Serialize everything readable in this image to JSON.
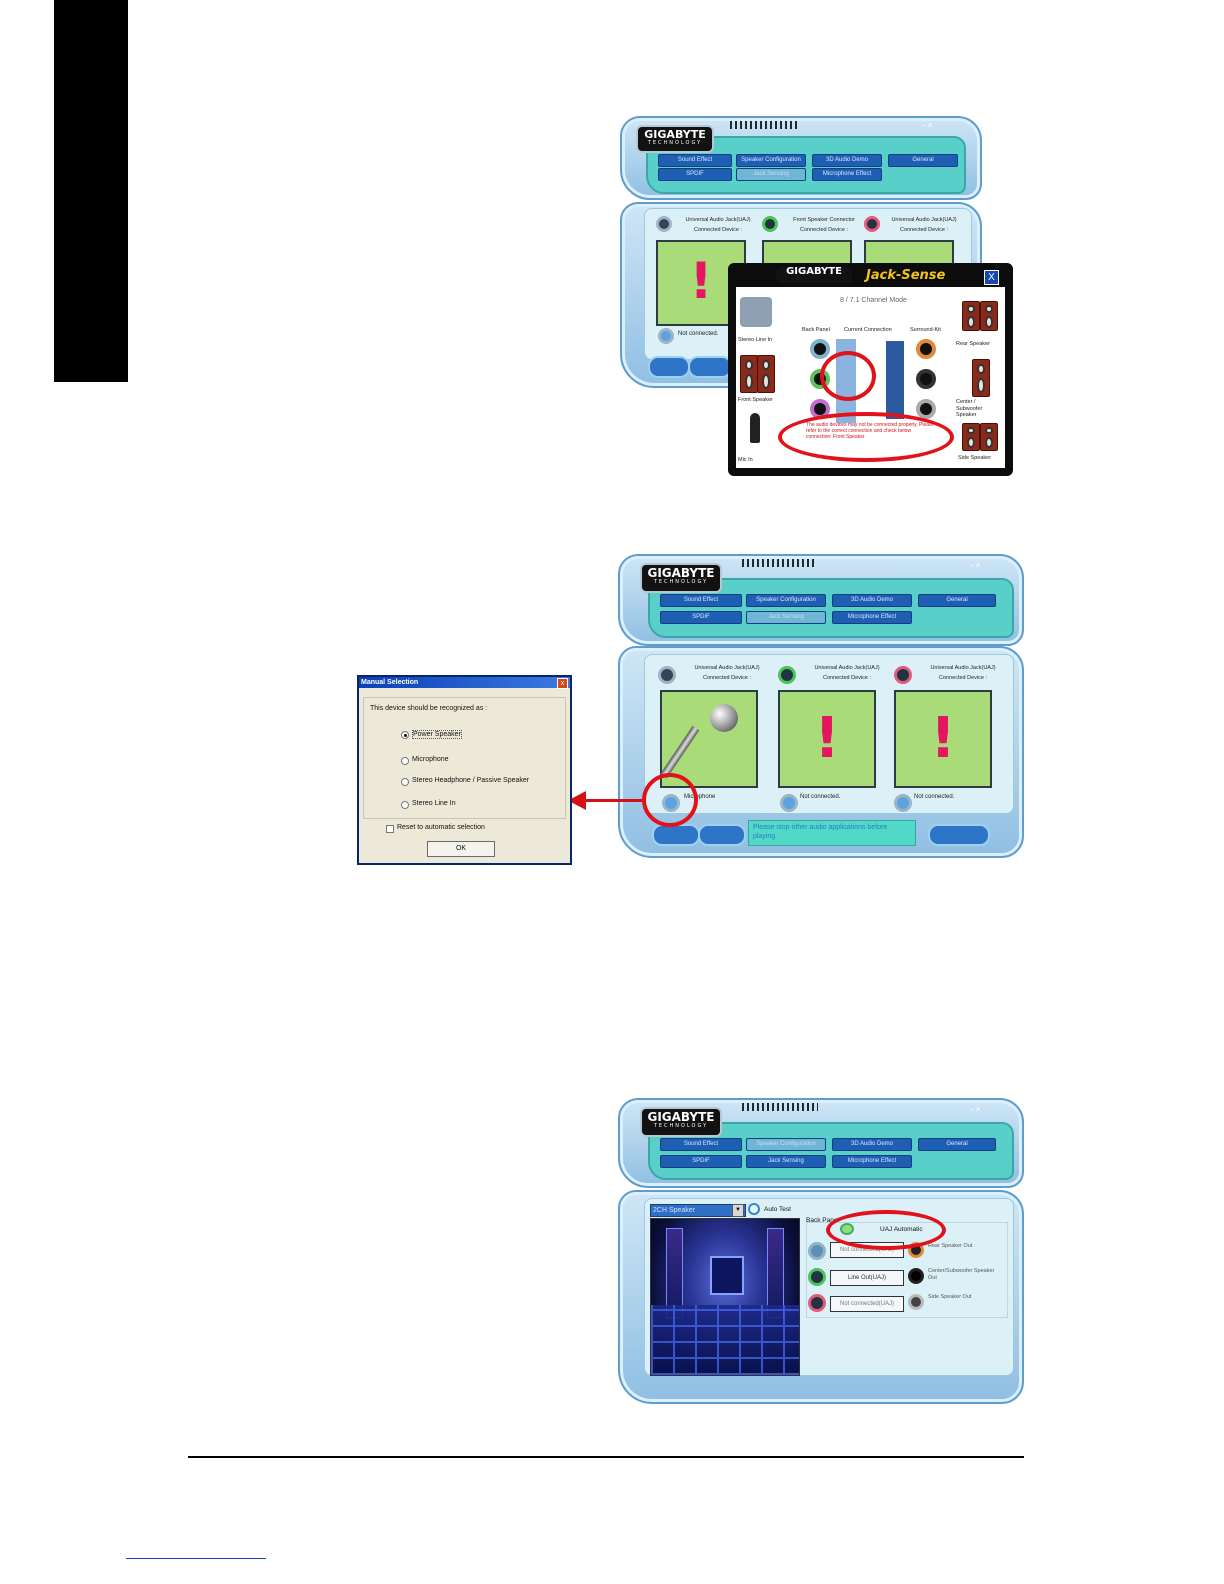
{
  "page": {
    "side_tab": "",
    "footer_note": ""
  },
  "app_common": {
    "logo": "GIGABYTE",
    "logo_sub": "TECHNOLOGY",
    "tabs_row1": [
      "Sound Effect",
      "Speaker Configuration",
      "3D Audio Demo",
      "General"
    ],
    "tabs_row2": [
      "SPDIF",
      "Jack Sensing",
      "Microphone Effect"
    ],
    "window_controls": "- ×"
  },
  "fig1": {
    "jack_labels": [
      {
        "title": "Universal Audio Jack(UAJ)",
        "sub": "Connected Device :"
      },
      {
        "title": "Front Speaker Connector",
        "sub": "Connected Device :"
      },
      {
        "title": "Universal Audio Jack(UAJ)",
        "sub": "Connected Device :"
      }
    ],
    "status": "Not connected.",
    "jack_sense": {
      "logo": "GIGABYTE",
      "title": "Jack-Sense",
      "mode": "8 / 7.1 Channel Mode",
      "close": "X",
      "col_headers": [
        "Back Panel",
        "Current Connection",
        "Surround-Kit"
      ],
      "left_labels": [
        "Stereo Line In",
        "Front Speaker",
        "Mic In"
      ],
      "right_labels": [
        "Rear Speaker",
        "Center / Subwoofer Speaker",
        "Side Speaker"
      ],
      "warning": "The audio devices may not be connected properly. Please refer to the correct connection and check below connection: Front Speaker"
    }
  },
  "fig2": {
    "jack_labels": [
      {
        "title": "Universal Audio Jack(UAJ)",
        "sub": "Connected Device :"
      },
      {
        "title": "Universal Audio Jack(UAJ)",
        "sub": "Connected Device :"
      },
      {
        "title": "Universal Audio Jack(UAJ)",
        "sub": "Connected Device :"
      }
    ],
    "statuses": [
      "Microphone",
      "Not connected.",
      "Not connected."
    ],
    "message": "Please stop other audio applications before playing.",
    "dialog": {
      "title": "Manual Selection",
      "close": "x",
      "prompt": "This device should be recognized as :",
      "options": [
        "Power Speaker",
        "Microphone",
        "Stereo Headphone / Passive Speaker",
        "Stereo Line In"
      ],
      "selected": "Power Speaker",
      "reset": "Reset to automatic selection",
      "ok": "OK"
    }
  },
  "fig3": {
    "speaker_select": "2CH Speaker",
    "auto_test": "Auto Test",
    "back_panel": "Back Panel",
    "uaj_auto": "UAJ Automatic",
    "fields": [
      "Not connected(UAJ)",
      "Line Out(UAJ)",
      "Not connected(UAJ)"
    ],
    "right_labels": [
      "Rear Speaker Out",
      "Center/Subwoofer Speaker Out",
      "Side Speaker Out"
    ]
  }
}
